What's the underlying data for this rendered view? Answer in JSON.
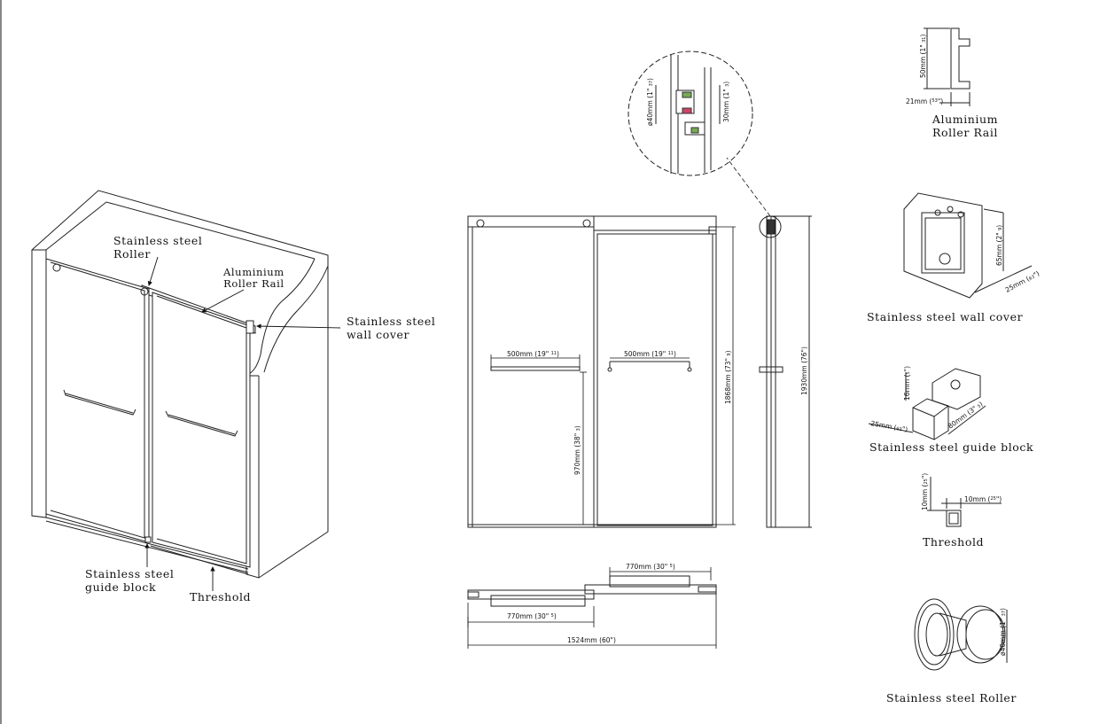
{
  "labels": {
    "iso_roller": [
      "Stainless steel",
      "Roller"
    ],
    "iso_rail": [
      "Aluminium",
      "Roller Rail"
    ],
    "iso_wall_cover": [
      "Stainless steel",
      "wall cover"
    ],
    "iso_guide_block": [
      "Stainless steel",
      "guide block"
    ],
    "iso_threshold": "Threshold",
    "part_rail": [
      "Aluminium",
      "Roller Rail"
    ],
    "part_wall_cover": "Stainless steel wall cover",
    "part_guide_block": "Stainless steel guide block",
    "part_threshold": "Threshold",
    "part_roller": "Stainless steel Roller"
  },
  "dimensions": {
    "handle_left": "500mm (19\" ",
    "handle_right": "500mm (19\" ",
    "handle_frac": [
      "11",
      "16"
    ],
    "handle_height": "970mm (38\" ",
    "handle_height_frac": [
      "3",
      "16"
    ],
    "door_height": "1868mm (73\" ",
    "door_height_frac": [
      "9",
      "16"
    ],
    "total_height": "1930mm (76\")",
    "detail_roller": "ø40mm (1\" ",
    "detail_roller_frac": [
      "37",
      "64"
    ],
    "detail_offset": "30mm (1\" ",
    "detail_offset_frac": [
      "3",
      "16"
    ],
    "plan_top": "770mm (30\" ",
    "plan_bottom": "770mm (30\" ",
    "plan_frac": [
      "5",
      "16"
    ],
    "plan_total": "1524mm (60\")",
    "rail_height": "50mm (1\" ",
    "rail_height_frac": [
      "31",
      "32"
    ],
    "rail_width": "21mm (",
    "rail_width_frac": [
      "53",
      "64"
    ],
    "cover_height": "65mm (2\" ",
    "cover_height_frac": [
      "9",
      "16"
    ],
    "cover_depth": "25mm (",
    "cover_depth_frac": [
      "63",
      "64"
    ],
    "guide_height": "16mm (",
    "guide_height_frac": [
      "5",
      "8"
    ],
    "guide_width": "25mm (",
    "guide_width_frac": [
      "63",
      "64"
    ],
    "guide_length": "80mm (3\" ",
    "guide_length_frac": [
      "5",
      "32"
    ],
    "threshold_height": "10mm (",
    "threshold_height_frac": [
      "25",
      "64"
    ],
    "threshold_width": "10mm (",
    "threshold_width_frac": [
      "25",
      "64"
    ],
    "roller_diameter": "ø40mm (1\" ",
    "roller_diameter_frac": [
      "37",
      "64"
    ]
  }
}
